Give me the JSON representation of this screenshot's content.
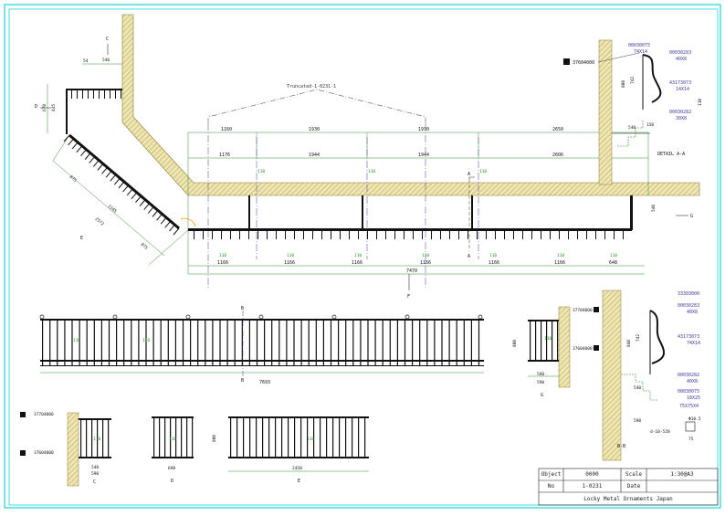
{
  "top_plan": {
    "truncated_label": "Truncated-1-0231-1",
    "dims_top": [
      "1160",
      "1930",
      "1930",
      "2650"
    ],
    "dims_mid": [
      "1176",
      "1944",
      "1944",
      "2606"
    ],
    "dims_bottom": [
      "1166",
      "1166",
      "1166",
      "1166",
      "1166",
      "1166",
      "648"
    ],
    "total": "7470",
    "angled_dims": [
      "875",
      "1145",
      "2572",
      "875"
    ],
    "side_dims": [
      "540",
      "670",
      "445"
    ],
    "right_dim": "540",
    "short_labels": [
      "54",
      "110",
      "110",
      "110",
      "110",
      "110",
      "110",
      "110",
      "110",
      "110",
      "110"
    ],
    "section_marks": [
      "A",
      "A",
      "B",
      "C",
      "D",
      "E",
      "F",
      "G"
    ]
  },
  "detail_aa": {
    "title": "DETAIL A-A",
    "part_codes": [
      "37604000",
      "00030075",
      "00030283",
      "43173073",
      "00030282"
    ],
    "part_sizes": [
      "74X14",
      "40X8",
      "14X14",
      "30X8"
    ],
    "dims": [
      "540",
      "800",
      "742",
      "110",
      "150"
    ]
  },
  "detail_bb": {
    "title": "B-B",
    "part_codes": [
      "33303000",
      "00030283",
      "43173073",
      "00030282",
      "00030075"
    ],
    "part_sizes": [
      "40X8",
      "74X14",
      "40X8",
      "18X25",
      "75X75X4"
    ],
    "dims": [
      "540",
      "590",
      "840",
      "742",
      "75",
      "d-10-520"
    ],
    "detail_text": "Φ10.5"
  },
  "elevation_long": {
    "dim": "7693",
    "labels": [
      "B",
      "B",
      "110",
      "110"
    ]
  },
  "elevation_g": {
    "title": "G",
    "part_codes": [
      "37704000",
      "37604000"
    ],
    "dims": [
      "560",
      "590",
      "800",
      "110"
    ]
  },
  "small_elevations": [
    {
      "title": "C",
      "part_codes": [
        "37704000",
        "37604000"
      ],
      "dims": [
        "540",
        "590",
        "110"
      ]
    },
    {
      "title": "D",
      "dims": [
        "698",
        "110"
      ]
    },
    {
      "title": "E",
      "dims": [
        "2450",
        "800",
        "110"
      ]
    }
  ],
  "title_block": {
    "object_label": "Object",
    "object_value": "0000",
    "scale_label": "Scale",
    "scale_value": "1:30@A3",
    "no_label": "No",
    "no_value": "1-0231",
    "date_label": "Date",
    "date_value": "",
    "company": "Locky Metal Ornaments Japan"
  },
  "colors": {
    "frame": "#1ad6d6",
    "rail": "#111111",
    "wall": "#c7b96a",
    "dim": "#2a8f2a",
    "center": "#3a3aa0"
  }
}
